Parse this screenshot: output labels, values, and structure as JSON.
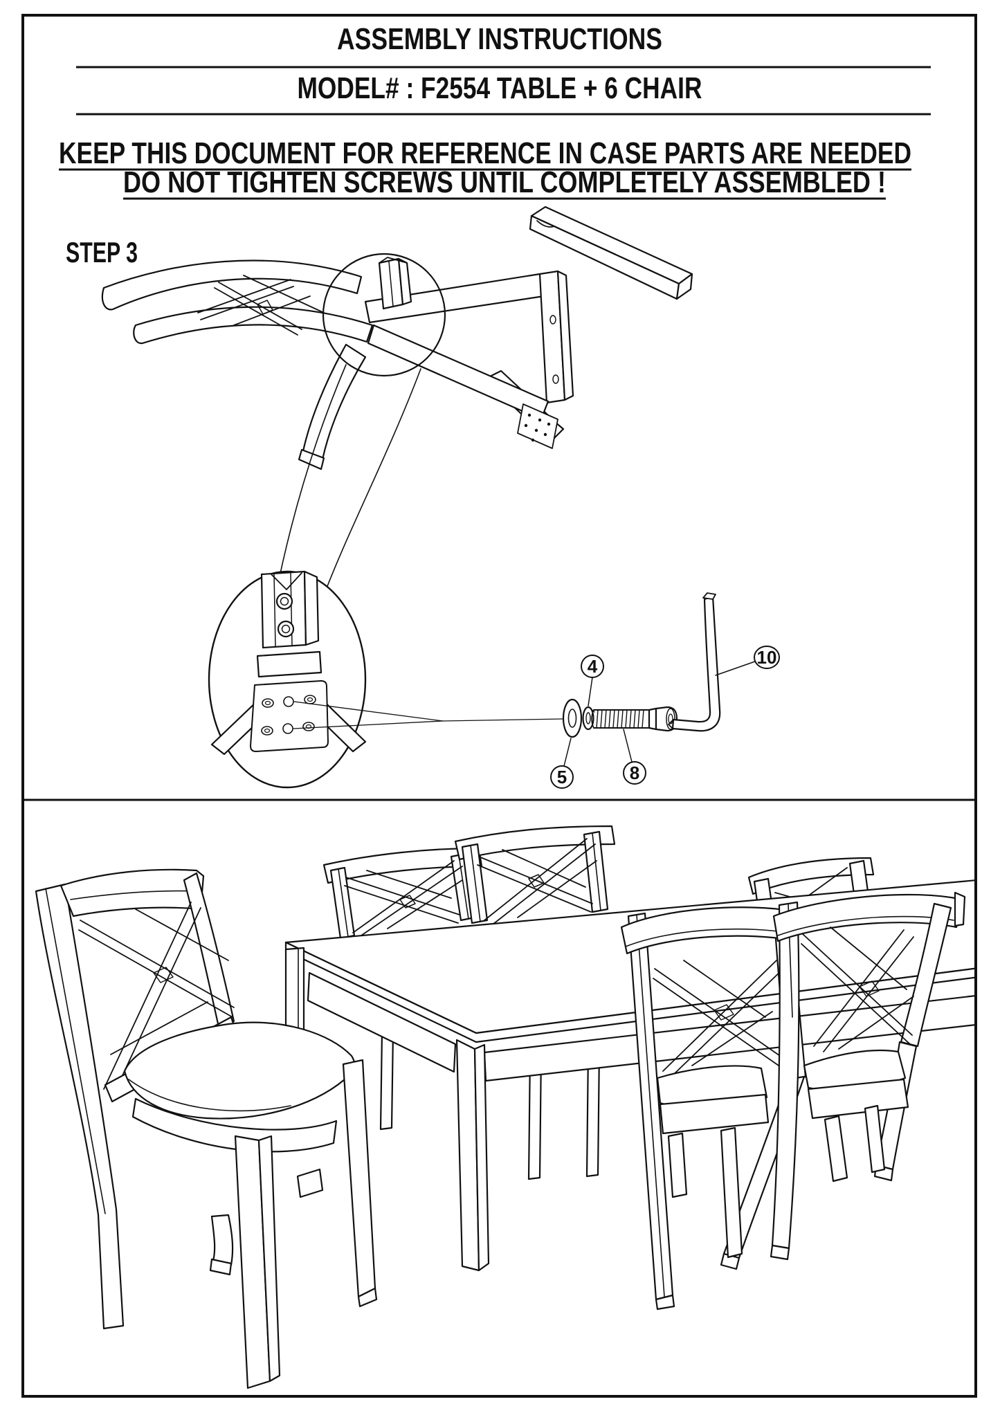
{
  "page": {
    "paper_color": "#ffffff",
    "ink_color": "#111111",
    "header": {
      "title": "ASSEMBLY INSTRUCTIONS",
      "model_line": "MODEL# : F2554 TABLE + 6 CHAIR",
      "notice_line1": "KEEP THIS DOCUMENT FOR REFERENCE IN CASE PARTS ARE NEEDED",
      "notice_line2": "DO NOT TIGHTEN SCREWS UNTIL COMPLETELY ASSEMBLED !"
    },
    "step": {
      "label": "STEP 3",
      "hardware_callouts": [
        {
          "num": "4",
          "part": "lock-washer-icon"
        },
        {
          "num": "5",
          "part": "flat-washer-icon"
        },
        {
          "num": "8",
          "part": "bolt-icon"
        },
        {
          "num": "10",
          "part": "allen-key-icon"
        }
      ]
    }
  }
}
